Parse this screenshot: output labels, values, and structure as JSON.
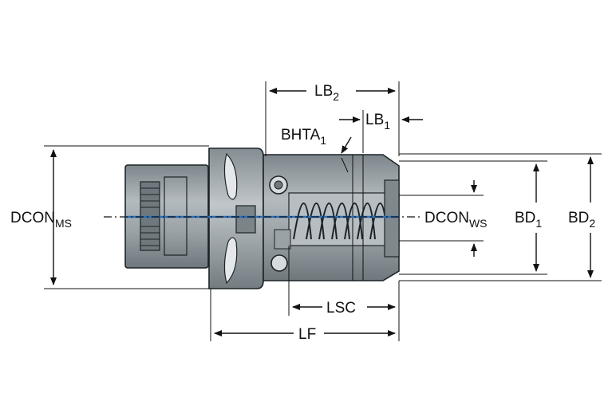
{
  "labels": {
    "dcon_ms": {
      "main": "DCON",
      "sub": "MS"
    },
    "dcon_ws": {
      "main": "DCON",
      "sub": "WS"
    },
    "lb2": {
      "main": "LB",
      "sub": "2"
    },
    "lb1": {
      "main": "LB",
      "sub": "1"
    },
    "bhta1": {
      "main": "BHTA",
      "sub": "1"
    },
    "bd1": {
      "main": "BD",
      "sub": "1"
    },
    "bd2": {
      "main": "BD",
      "sub": "2"
    },
    "lsc": {
      "main": "LSC"
    },
    "lf": {
      "main": "LF"
    }
  },
  "colors": {
    "body": "#8e979c",
    "highlight": "#c3c9cc",
    "centerline": "#2a6fb8",
    "ink": "#111111"
  }
}
